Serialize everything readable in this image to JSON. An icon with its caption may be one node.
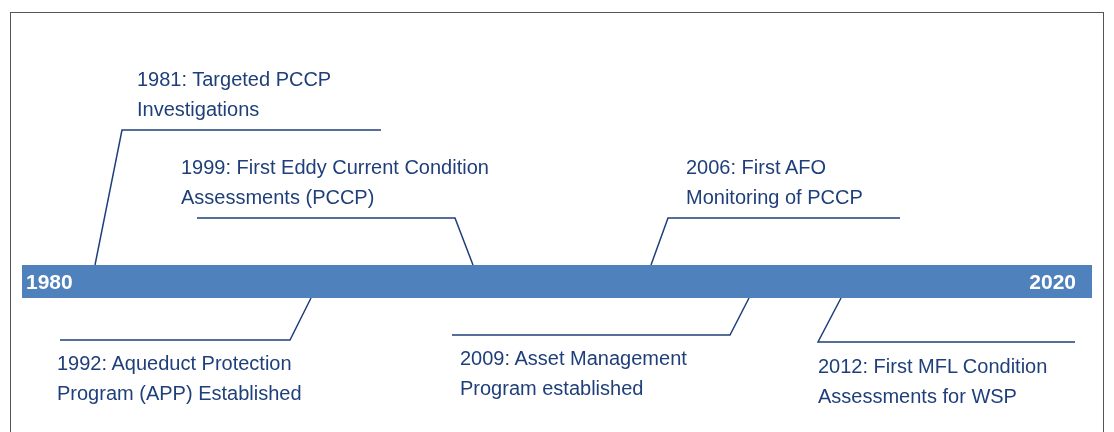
{
  "diagram": {
    "nodes": [
      {
        "text": [
          "1980",
          "2020"
        ]
      },
      {
        "text": [
          "1981: Targeted PCCP Investigations"
        ]
      },
      {
        "text": [
          "1999: First Eddy Current Condition Assessments (PCCP)"
        ]
      },
      {
        "text": [
          "2006: First AFO Monitoring of PCCP"
        ]
      },
      {
        "text": [
          "1992: Aqueduct Protection Program (APP) Established"
        ]
      },
      {
        "text": [
          "2009: Asset Management Program established"
        ]
      },
      {
        "text": [
          "2012: First MFL Condition Assessments for WSP"
        ]
      }
    ],
    "edges": [
      {
        "from": 1,
        "to": 0,
        "arrow": "none"
      },
      {
        "from": 2,
        "to": 0,
        "arrow": "none"
      },
      {
        "from": 3,
        "to": 0,
        "arrow": "none"
      },
      {
        "from": 4,
        "to": 0,
        "arrow": "none"
      },
      {
        "from": 5,
        "to": 0,
        "arrow": "none"
      },
      {
        "from": 6,
        "to": 0,
        "arrow": "none"
      }
    ]
  }
}
